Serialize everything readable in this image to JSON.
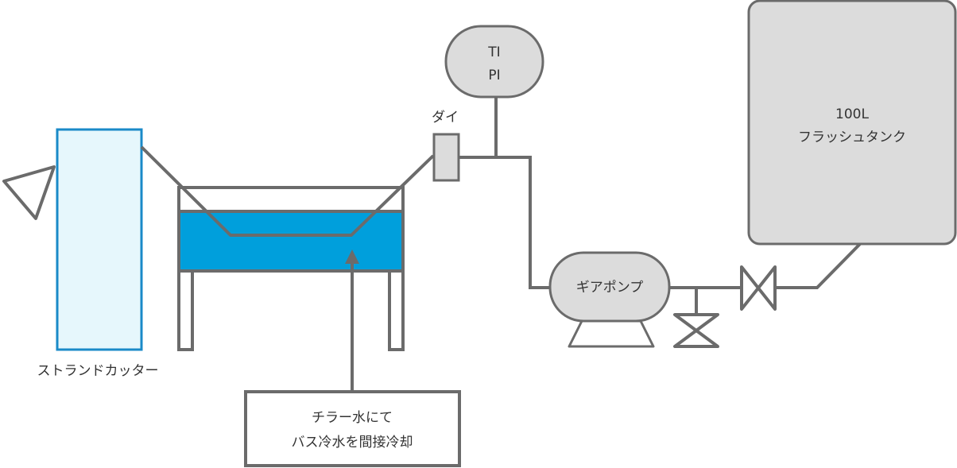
{
  "strand_cutter": {
    "label": "ストランドカッター"
  },
  "die": {
    "label": "ダイ"
  },
  "instrument": {
    "line1": "TI",
    "line2": "PI"
  },
  "flush_tank": {
    "line1": "100L",
    "line2": "フラッシュタンク"
  },
  "gear_pump": {
    "label": "ギアポンプ"
  },
  "cooling_note": {
    "line1": "チラー水にて",
    "line2": "バス冷水を間接冷却"
  },
  "colors": {
    "line": "#6b6b6b",
    "equipment_fill": "#dcdcdc",
    "water": "#009fdc",
    "cutter_fill": "#e6f7fc",
    "cutter_stroke": "#1a8ac8"
  }
}
